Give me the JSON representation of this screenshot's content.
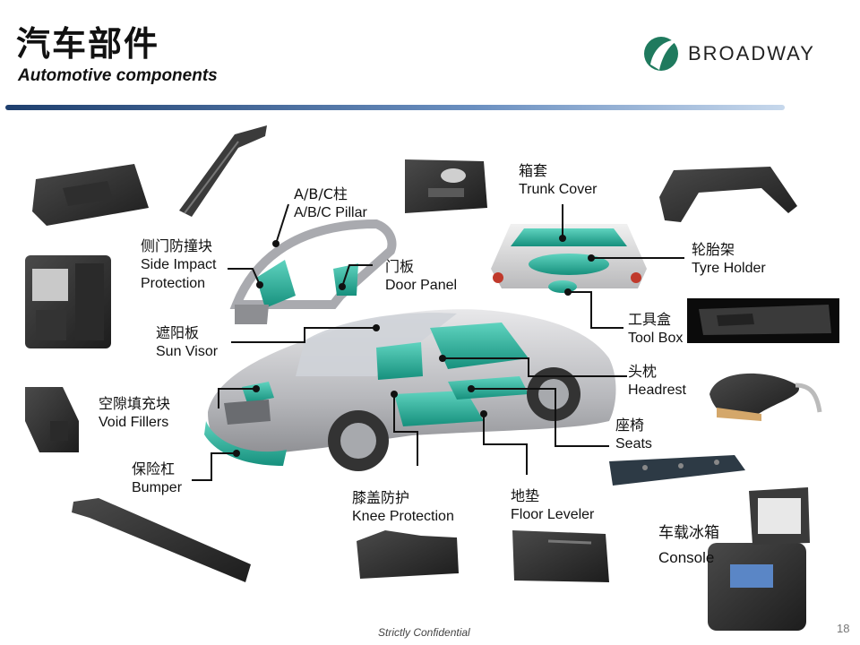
{
  "header": {
    "title_cn": "汽车部件",
    "title_en": "Automotive components",
    "logo_text": "BROADWAY"
  },
  "colors": {
    "accent_teal": "#1f9e8c",
    "rule_start": "#1e3f6e",
    "rule_end": "#c7d8ec",
    "leader_line": "#111111"
  },
  "labels": {
    "pillar": {
      "cn": "A/B/C柱",
      "en": "A/B/C Pillar"
    },
    "side_impact": {
      "cn": "侧门防撞块",
      "en1": "Side Impact",
      "en2": "Protection"
    },
    "door_panel": {
      "cn": "门板",
      "en": "Door Panel"
    },
    "sun_visor": {
      "cn": "遮阳板",
      "en": "Sun Visor"
    },
    "void_fillers": {
      "cn": "空隙填充块",
      "en": "Void Fillers"
    },
    "bumper": {
      "cn": "保险杠",
      "en": "Bumper"
    },
    "knee_protection": {
      "cn": "膝盖防护",
      "en": "Knee Protection"
    },
    "floor_leveler": {
      "cn": "地垫",
      "en": "Floor Leveler"
    },
    "trunk_cover": {
      "cn": "箱套",
      "en": "Trunk Cover"
    },
    "tyre_holder": {
      "cn": "轮胎架",
      "en": "Tyre Holder"
    },
    "tool_box": {
      "cn": "工具盒",
      "en": "Tool Box"
    },
    "headrest": {
      "cn": "头枕",
      "en": "Headrest"
    },
    "seats": {
      "cn": "座椅",
      "en": "Seats"
    },
    "console": {
      "cn": "车载冰箱",
      "en": "Console"
    }
  },
  "footer": {
    "confidential": "Strictly Confidential",
    "page_number": "18"
  }
}
